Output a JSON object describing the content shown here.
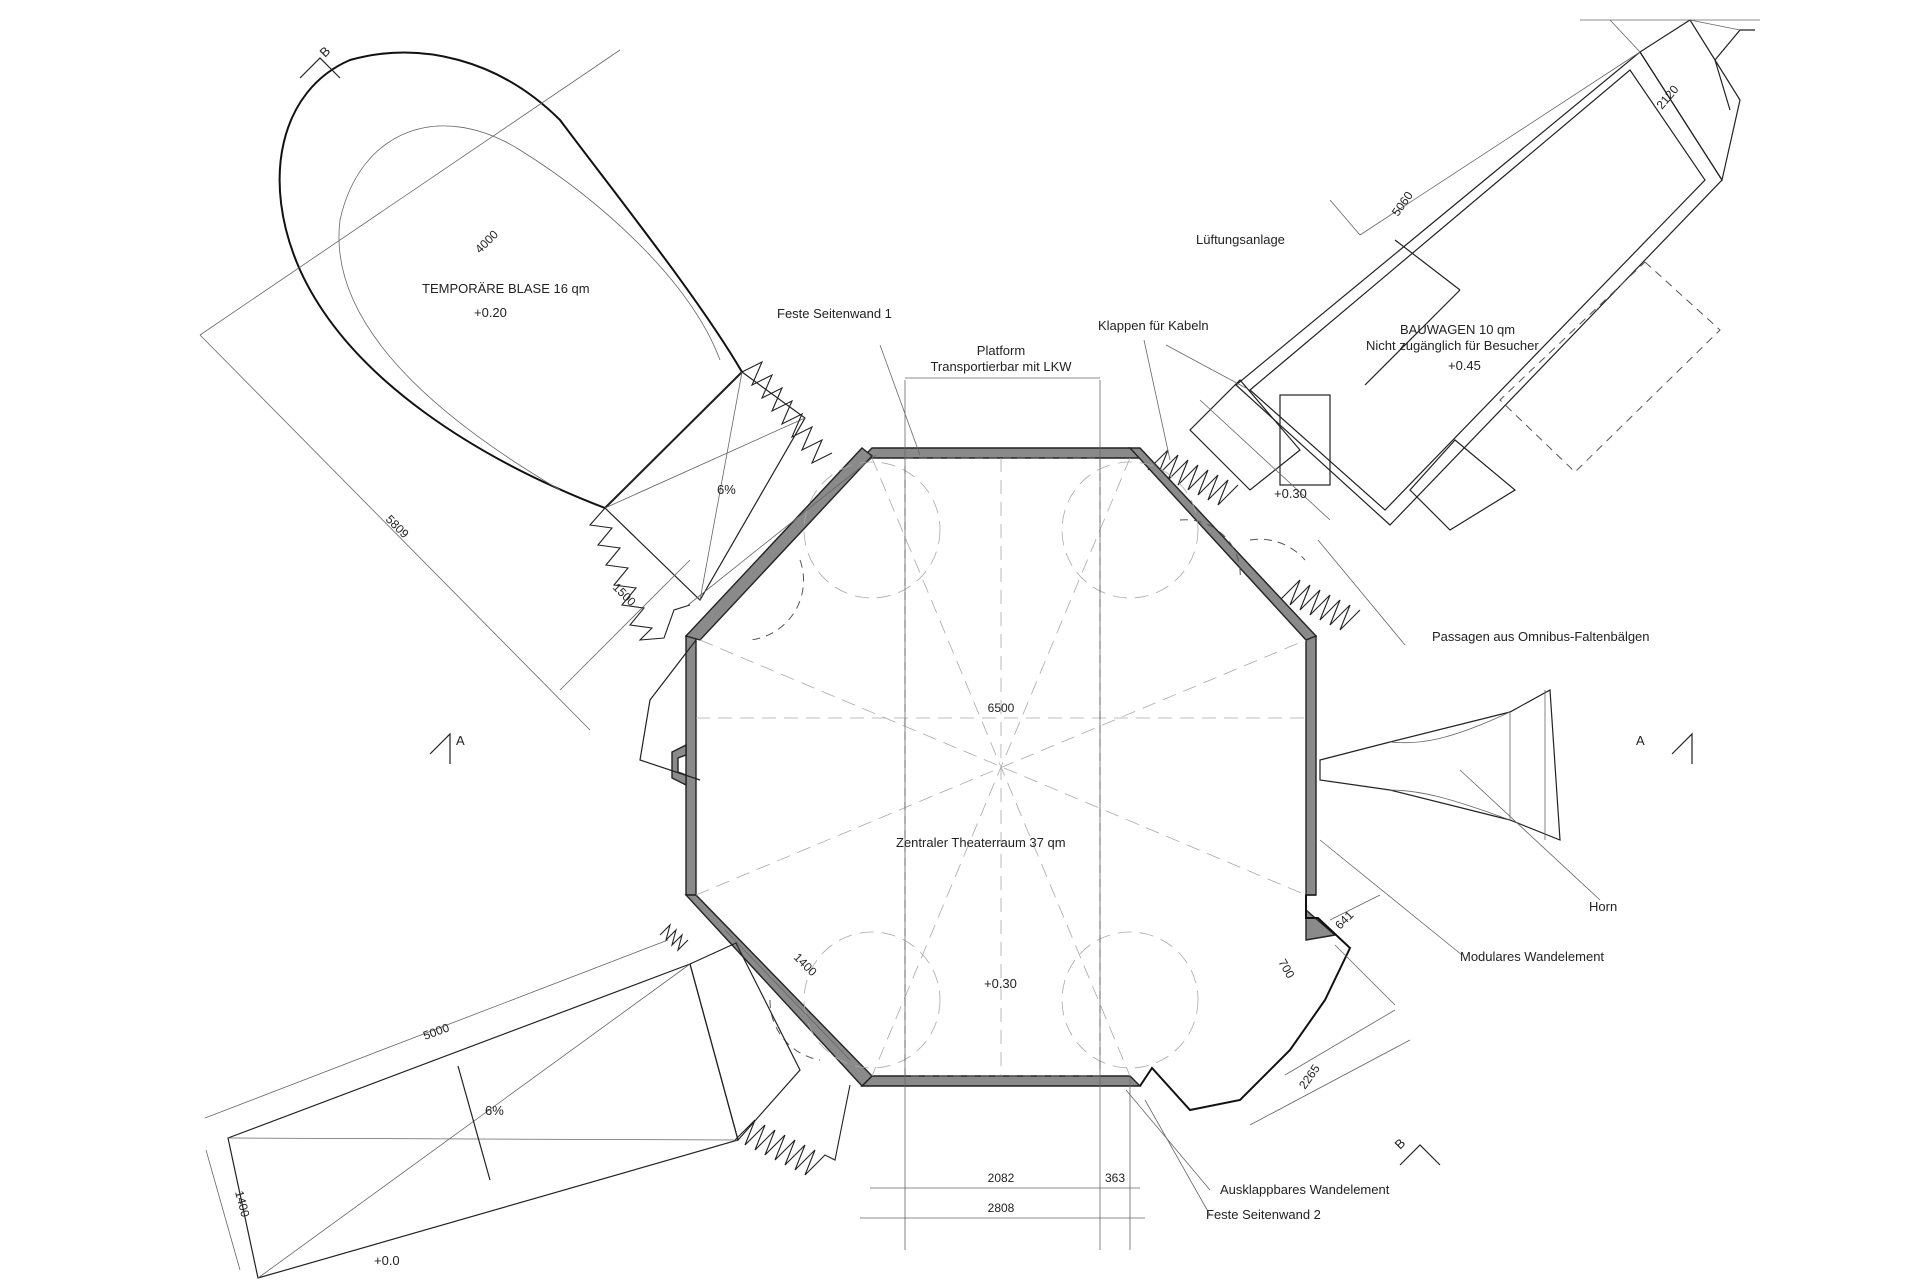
{
  "labels": {
    "bubble_title": "TEMPORÄRE BLASE 16 qm",
    "bubble_level": "+0.20",
    "bubble_slope": "6%",
    "wall_fixed_1": "Feste Seitenwand 1",
    "platform_line1": "Platform",
    "platform_line2": "Transportierbar mit LKW",
    "cable_flaps": "Klappen für Kabeln",
    "ventilation": "Lüftungsanlage",
    "trailer_title": "BAUWAGEN 10 qm",
    "trailer_note": "Nicht zugänglich für Besucher",
    "trailer_level": "+0.45",
    "passage_level": "+0.30",
    "passages": "Passagen aus Omnibus-Faltenbälgen",
    "central_room": "Zentraler Theaterraum 37 qm",
    "central_level": "+0.30",
    "horn": "Horn",
    "modular_wall": "Modulares Wandelement",
    "foldout_wall": "Ausklappbares Wandelement",
    "wall_fixed_2": "Feste Seitenwand 2",
    "ramp_slope": "6%",
    "ground_level": "+0.0",
    "section_a_left": "A",
    "section_a_right": "A",
    "section_b_top": "B",
    "section_b_bottom": "B"
  },
  "dimensions": {
    "bubble_diameter": "4000",
    "bubble_length": "5809",
    "bubble_passage": "1500",
    "trailer_length": "5060",
    "trailer_width": "2120",
    "octagon_width": "6500",
    "left_passage": "1400",
    "ramp_length": "5000",
    "ramp_width": "1400",
    "module_641": "641",
    "module_700": "700",
    "module_2265": "2265",
    "platform_2082": "2082",
    "platform_363": "363",
    "platform_2808": "2808"
  },
  "colors": {
    "wall_fill": "#8a8a8a",
    "line": "#222222",
    "background": "#ffffff"
  }
}
